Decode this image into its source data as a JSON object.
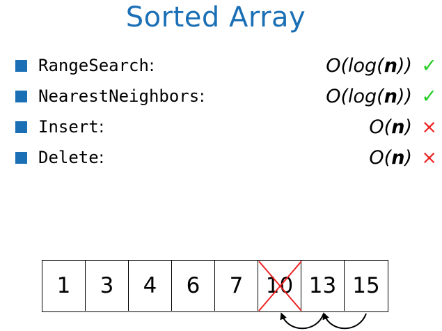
{
  "slide": {
    "title": "Sorted Array"
  },
  "operations": [
    {
      "name": "RangeSearch",
      "colon": ":",
      "cost_prefix": "O(log(",
      "cost_arg": "n",
      "cost_suffix": "))",
      "mark": "✓",
      "status": "ok"
    },
    {
      "name": "NearestNeighbors",
      "colon": ":",
      "cost_prefix": "O(log(",
      "cost_arg": "n",
      "cost_suffix": "))",
      "mark": "✓",
      "status": "ok"
    },
    {
      "name": "Insert",
      "colon": ":",
      "cost_prefix": "O(",
      "cost_arg": "n",
      "cost_suffix": ")",
      "mark": "×",
      "status": "bad"
    },
    {
      "name": "Delete",
      "colon": ":",
      "cost_prefix": "O(",
      "cost_arg": "n",
      "cost_suffix": ")",
      "mark": "×",
      "status": "bad"
    }
  ],
  "array": {
    "cells": [
      "1",
      "3",
      "4",
      "6",
      "7",
      "10",
      "13",
      "15"
    ],
    "deleted_index": 5
  },
  "colors": {
    "title": "#1a6fb5",
    "bullet": "#1a6fb5",
    "check": "#22cc22",
    "cross": "#ee2222"
  }
}
